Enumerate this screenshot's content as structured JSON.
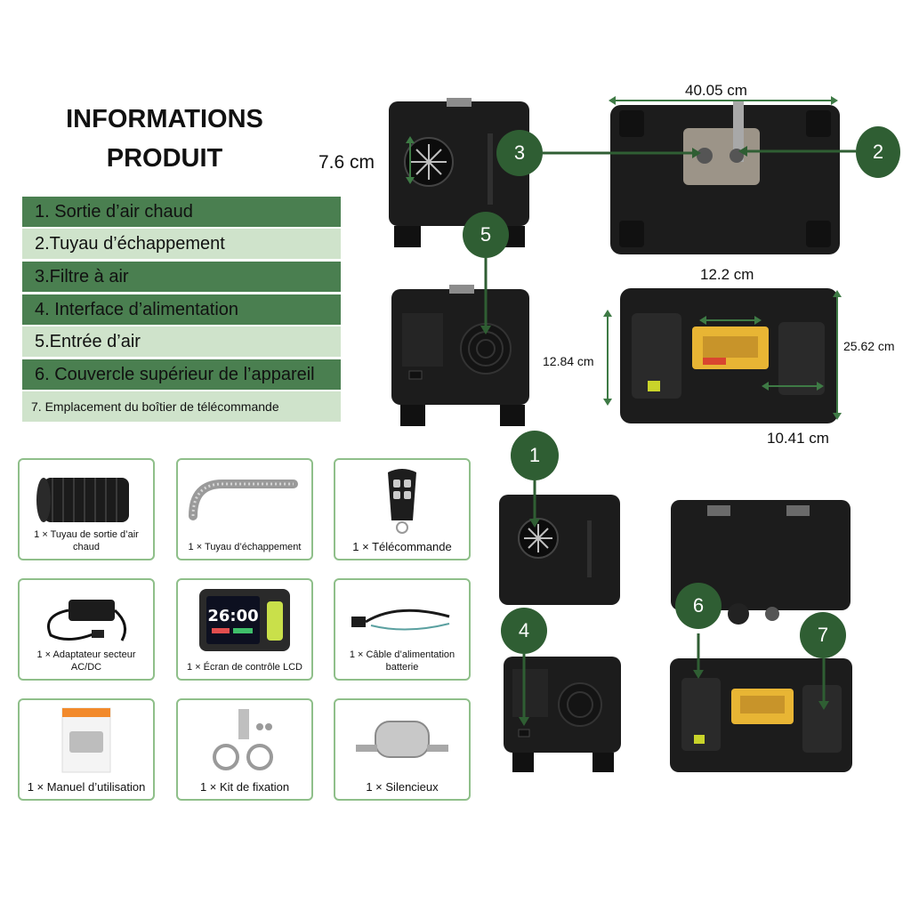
{
  "title": {
    "line1": "INFORMATIONS",
    "line2": "PRODUIT"
  },
  "features": [
    {
      "label": "1. Sortie d’air chaud"
    },
    {
      "label": "2.Tuyau d’échappement"
    },
    {
      "label": "3.Filtre à air"
    },
    {
      "label": "4. Interface d’alimentation"
    },
    {
      "label": "5.Entrée d’air"
    },
    {
      "label": "6. Couvercle supérieur de l’appareil"
    },
    {
      "label": "7.  Emplacement du boîtier de télécommande"
    }
  ],
  "accessories": [
    {
      "caption": "1 × Tuyau de sortie d’air chaud",
      "icon": "hose-roll-icon"
    },
    {
      "caption": "1 × Tuyau d’échappement",
      "icon": "exhaust-pipe-icon"
    },
    {
      "caption": "1 × Télécommande",
      "icon": "remote-control-icon"
    },
    {
      "caption": "1 × Adaptateur secteur AC/DC",
      "icon": "power-adapter-icon"
    },
    {
      "caption": "1 × Écran de contrôle LCD",
      "icon": "lcd-controller-icon"
    },
    {
      "caption": "1 × Câble d’alimentation batterie",
      "icon": "battery-cable-icon"
    },
    {
      "caption": "1 × Manuel d’utilisation",
      "icon": "manual-icon"
    },
    {
      "caption": "1 × Kit de fixation",
      "icon": "mounting-kit-icon"
    },
    {
      "caption": "1 × Silencieux",
      "icon": "silencer-icon"
    }
  ],
  "lcd": {
    "time": "26:00"
  },
  "dimensions": {
    "height_front": "7.6 cm",
    "width_top": "40.05 cm",
    "handle_width": "12.2 cm",
    "depth_left": "12.84 cm",
    "depth_right": "25.62 cm",
    "bottom_width": "10.41 cm"
  },
  "callouts": [
    "1",
    "2",
    "3",
    "4",
    "5",
    "6",
    "7"
  ],
  "colors": {
    "dark_green": "#4a7f50",
    "light_green": "#cfe3cb",
    "badge": "#2f5e33",
    "card_border": "#8fbf8a",
    "handle": "#e8b534"
  }
}
